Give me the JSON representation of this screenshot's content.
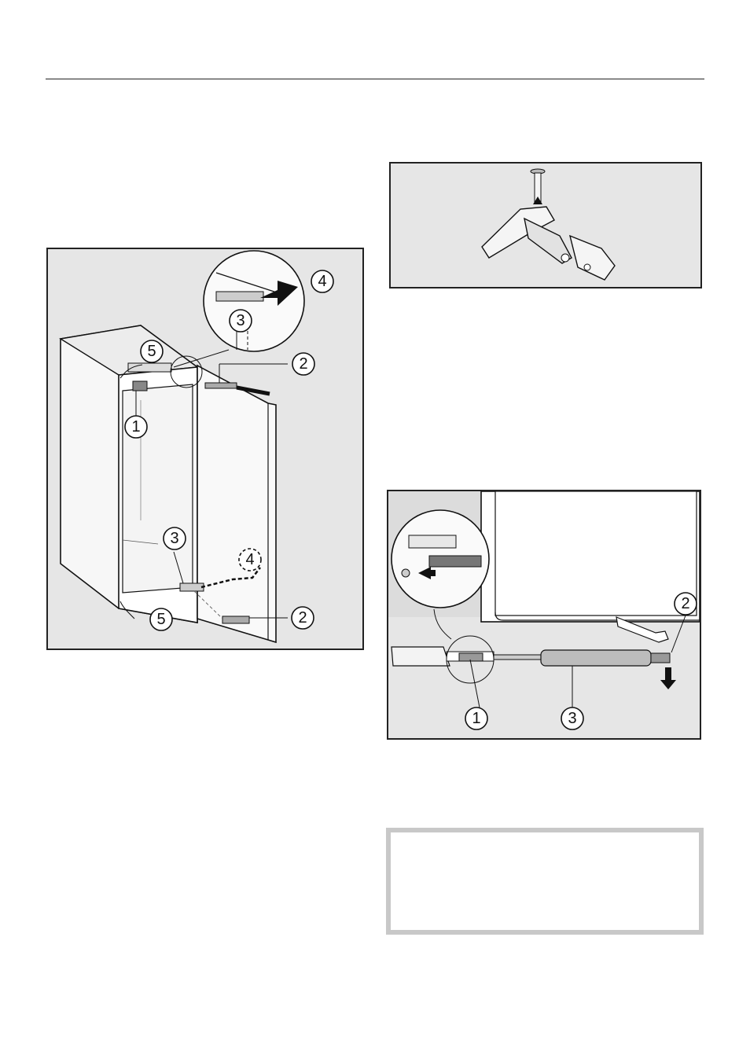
{
  "figures": {
    "main": {
      "callouts": [
        "1",
        "2",
        "2",
        "3",
        "3",
        "4",
        "4",
        "5",
        "5"
      ]
    },
    "damper": {
      "callouts": [
        "1",
        "2",
        "3"
      ]
    }
  }
}
